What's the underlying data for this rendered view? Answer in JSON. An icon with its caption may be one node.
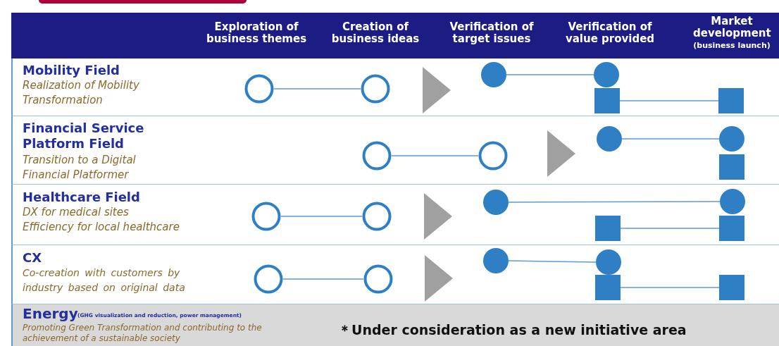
{
  "diagram": {
    "nodes": [
      {
        "text": [
          "Mobility Field",
          "Realization of Mobility Transformation"
        ]
      },
      {
        "text": [],
        "shape": "ring",
        "in": 0
      },
      {
        "text": [],
        "shape": "ring",
        "in": 0
      },
      {
        "text": [],
        "shape": "triangle",
        "in": 0
      },
      {
        "text": [],
        "shape": "circle",
        "in": 0
      },
      {
        "text": [],
        "shape": "circle",
        "in": 0
      },
      {
        "text": [],
        "shape": "square",
        "in": 0
      },
      {
        "text": [],
        "shape": "square",
        "in": 0
      },
      {
        "text": [
          "Financial Service Platform Field",
          "Transition to a Digital Financial Platformer"
        ]
      },
      {
        "text": [],
        "shape": "ring",
        "in": 8
      },
      {
        "text": [],
        "shape": "ring",
        "in": 8
      },
      {
        "text": [],
        "shape": "triangle",
        "in": 8
      },
      {
        "text": [],
        "shape": "circle",
        "in": 8
      },
      {
        "text": [],
        "shape": "circle",
        "in": 8
      },
      {
        "text": [],
        "shape": "square",
        "in": 8
      },
      {
        "text": [
          "Healthcare Field",
          "DX for medical sites",
          "Efficiency for local healthcare"
        ]
      },
      {
        "text": [],
        "shape": "ring",
        "in": 15
      },
      {
        "text": [],
        "shape": "ring",
        "in": 15
      },
      {
        "text": [],
        "shape": "triangle",
        "in": 15
      },
      {
        "text": [],
        "shape": "circle",
        "in": 15
      },
      {
        "text": [],
        "shape": "circle",
        "in": 15
      },
      {
        "text": [],
        "shape": "square",
        "in": 15
      },
      {
        "text": [],
        "shape": "square",
        "in": 15
      },
      {
        "text": [
          "CX",
          "Co-creation with customers by industry based on original data"
        ]
      },
      {
        "text": [],
        "shape": "ring",
        "in": 23
      },
      {
        "text": [],
        "shape": "ring",
        "in": 23
      },
      {
        "text": [],
        "shape": "triangle",
        "in": 23
      },
      {
        "text": [],
        "shape": "circle",
        "in": 23
      },
      {
        "text": [],
        "shape": "circle",
        "in": 23
      },
      {
        "text": [],
        "shape": "square",
        "in": 23
      },
      {
        "text": [],
        "shape": "square",
        "in": 23
      },
      {
        "text": [
          "Energy",
          "(GHG visualization and reduction, power management)",
          "Promoting Green Transformation and contributing to the achievement of a sustainable society",
          "＊Under consideration as a new initiative area"
        ]
      }
    ],
    "edges": [
      {
        "from": 1,
        "to": 2,
        "arrow": "none"
      },
      {
        "from": 4,
        "to": 5,
        "arrow": "none"
      },
      {
        "from": 6,
        "to": 7,
        "arrow": "none"
      },
      {
        "from": 9,
        "to": 10,
        "arrow": "none"
      },
      {
        "from": 12,
        "to": 13,
        "arrow": "none"
      },
      {
        "from": 16,
        "to": 17,
        "arrow": "none"
      },
      {
        "from": 19,
        "to": 20,
        "arrow": "none"
      },
      {
        "from": 21,
        "to": 22,
        "arrow": "none"
      },
      {
        "from": 24,
        "to": 25,
        "arrow": "none"
      },
      {
        "from": 27,
        "to": 28,
        "arrow": "none"
      },
      {
        "from": 29,
        "to": 30,
        "arrow": "none"
      }
    ],
    "labels": [
      "Exploration of business themes",
      "Creation of business ideas",
      "Verification of target issues",
      "Verification of value provided",
      "Market development",
      "(business launch)"
    ]
  }
}
